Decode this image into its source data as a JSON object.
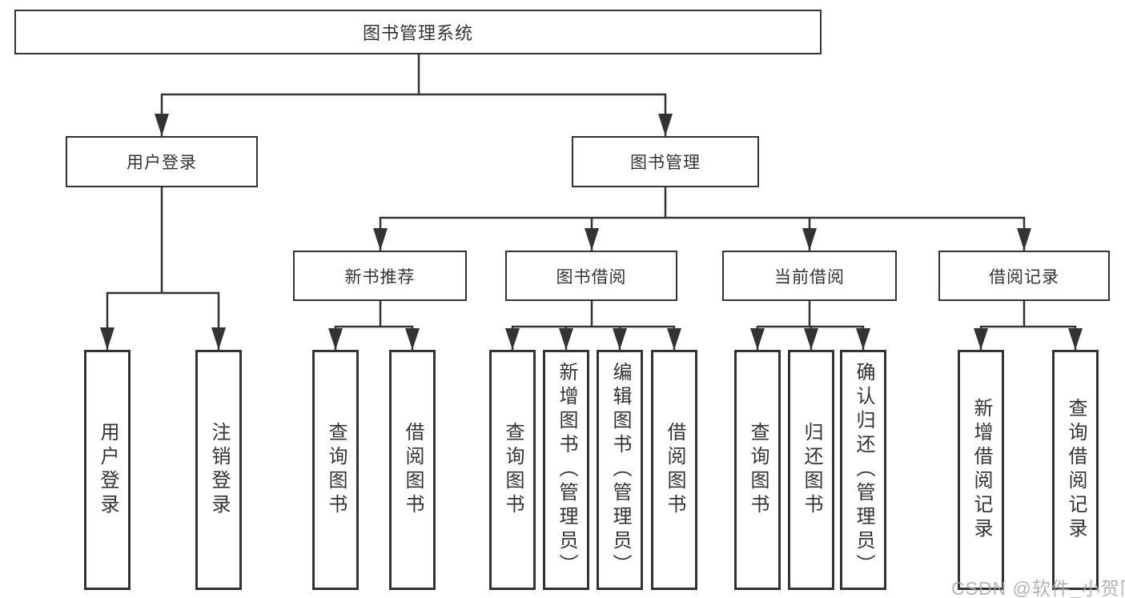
{
  "diagram": {
    "kind": "hierarchy-tree",
    "direction": "top-down"
  },
  "tree": {
    "label": "图书管理系统",
    "children": [
      {
        "label": "用户登录",
        "children": [
          {
            "label": "用户登录"
          },
          {
            "label": "注销登录"
          }
        ]
      },
      {
        "label": "图书管理",
        "children": [
          {
            "label": "新书推荐",
            "children": [
              {
                "label": "查询图书"
              },
              {
                "label": "借阅图书"
              }
            ]
          },
          {
            "label": "图书借阅",
            "children": [
              {
                "label": "查询图书"
              },
              {
                "label": "新增图书（管理员）"
              },
              {
                "label": "编辑图书（管理员）"
              },
              {
                "label": "借阅图书"
              }
            ]
          },
          {
            "label": "当前借阅",
            "children": [
              {
                "label": "查询图书"
              },
              {
                "label": "归还图书"
              },
              {
                "label": "确认归还（管理员）"
              }
            ]
          },
          {
            "label": "借阅记录",
            "children": [
              {
                "label": "新增借阅记录"
              },
              {
                "label": "查询借阅记录"
              }
            ]
          }
        ]
      }
    ]
  },
  "watermark": {
    "text": "CSDN @软件_小贺同学"
  },
  "colors": {
    "line": "#333333",
    "box_border": "#333333",
    "text": "#333333",
    "background": "#ffffff",
    "watermark_text": "#a6a6b0"
  }
}
